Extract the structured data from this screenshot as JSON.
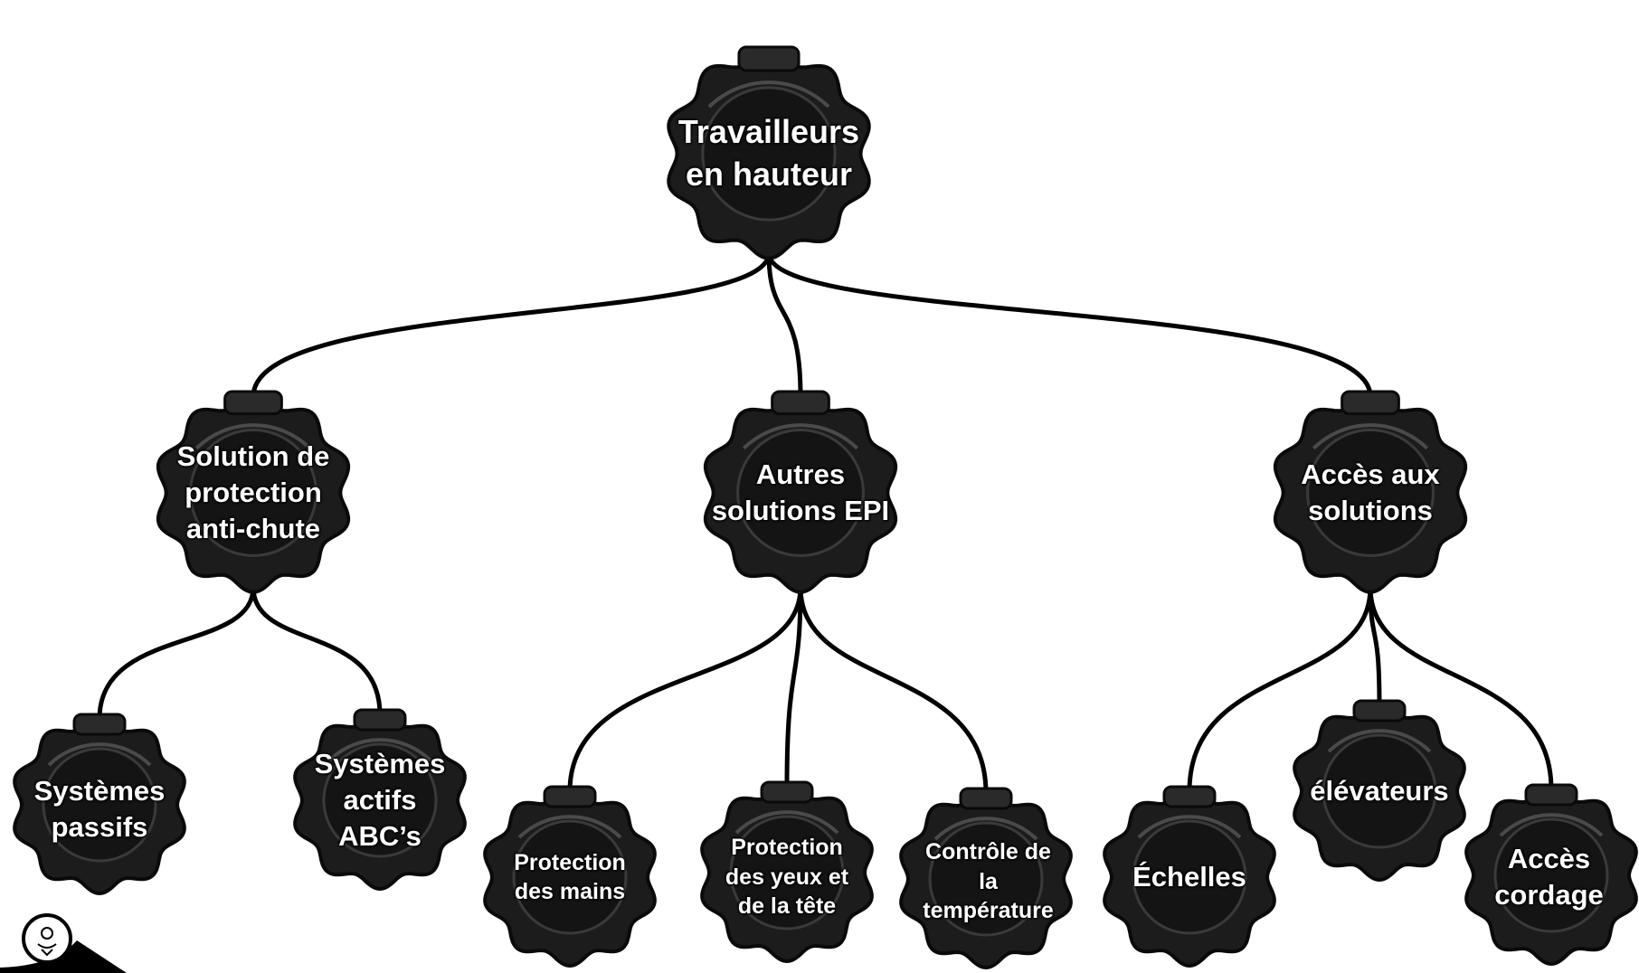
{
  "diagram": {
    "root": {
      "id": "root",
      "label": "Travailleurs\nen hauteur"
    },
    "level1": [
      {
        "id": "fall",
        "label": "Solution de\nprotection\nanti-chute"
      },
      {
        "id": "epi",
        "label": "Autres\nsolutions EPI"
      },
      {
        "id": "access",
        "label": "Accès aux\nsolutions"
      }
    ],
    "level2": [
      {
        "id": "passive",
        "parent": "fall",
        "label": "Systèmes\npassifs"
      },
      {
        "id": "active",
        "parent": "fall",
        "label": "Systèmes\nactifs\nABC’s"
      },
      {
        "id": "hands",
        "parent": "epi",
        "label": "Protection\ndes mains"
      },
      {
        "id": "eyes",
        "parent": "epi",
        "label": "Protection\ndes yeux et\nde la tête"
      },
      {
        "id": "temp",
        "parent": "epi",
        "label": "Contrôle de\nla\ntempérature"
      },
      {
        "id": "ladders",
        "parent": "access",
        "label": "Échelles"
      },
      {
        "id": "lifts",
        "parent": "access",
        "label": "élévateurs"
      },
      {
        "id": "rope",
        "parent": "access",
        "label": "Accès\ncordage"
      }
    ]
  },
  "colors": {
    "knob": "#1c1c1c",
    "knob_edge": "#0a0a0a",
    "connector": "#000000",
    "text": "#ffffff"
  }
}
